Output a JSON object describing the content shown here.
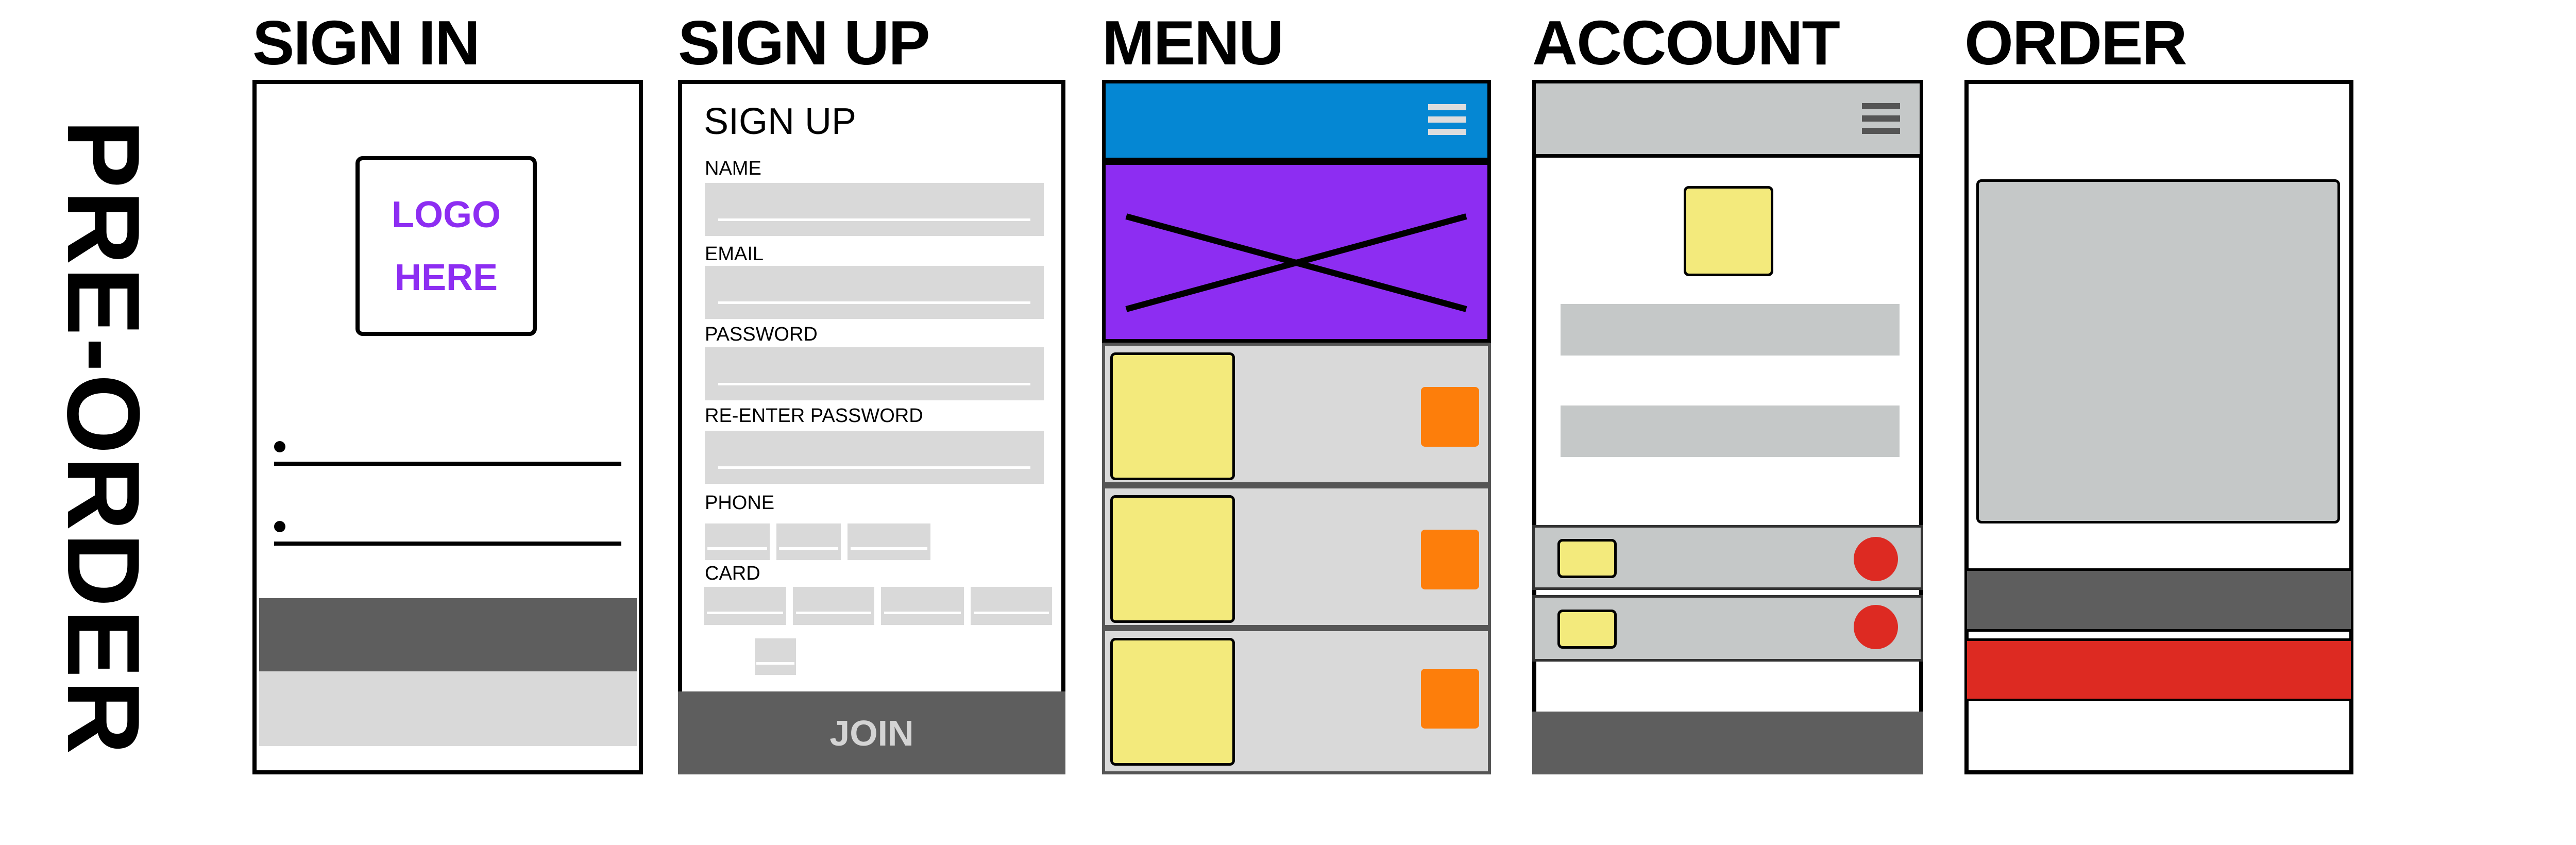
{
  "side_title": "PRE-ORDER",
  "screens": {
    "sign_in": {
      "title": "SIGN IN",
      "logo_line1": "LOGO",
      "logo_line2": "HERE"
    },
    "sign_up": {
      "title": "SIGN UP",
      "form_title": "SIGN UP",
      "name_label": "NAME",
      "email_label": "EMAIL",
      "password_label": "PASSWORD",
      "reenter_label": "RE-ENTER PASSWORD",
      "phone_label": "PHONE",
      "card_label": "CARD",
      "join_label": "JOIN"
    },
    "menu": {
      "title": "MENU",
      "item_count": 3
    },
    "account": {
      "title": "ACCOUNT"
    },
    "order": {
      "title": "ORDER"
    }
  },
  "colors": {
    "blue": "#0587d3",
    "purple": "#8d2df2",
    "yellow": "#f3ea7c",
    "orange": "#fd7e0b",
    "red": "#dd2a22",
    "dark_gray": "#5e5e5e",
    "light_gray": "#d9d9d9",
    "gray": "#c5c8c8",
    "logo_text": "#8d2df2"
  }
}
